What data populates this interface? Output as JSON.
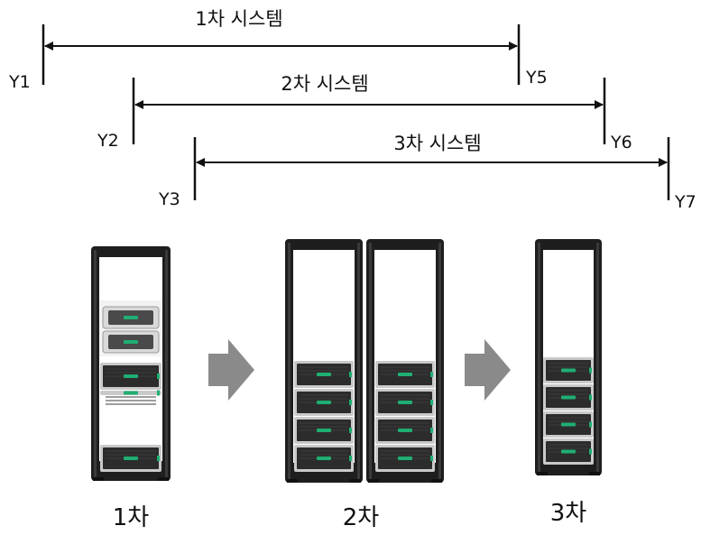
{
  "timeline": {
    "systems": [
      {
        "label": "1차 시스템",
        "start": "Y1",
        "end": "Y5"
      },
      {
        "label": "2차 시스템",
        "start": "Y2",
        "end": "Y6"
      },
      {
        "label": "3차 시스템",
        "start": "Y3",
        "end": "Y7"
      }
    ]
  },
  "racks": {
    "labels": [
      "1차",
      "2차",
      "3차"
    ]
  },
  "colors": {
    "line": "#111111",
    "arrow": "#8a8a8a",
    "rack_frame": "#1e1e1e",
    "server_face": "#2c2c2c",
    "server_trim": "#c9c9c9",
    "server_led": "#1fae73"
  },
  "icons": {
    "transition": "right-arrow-icon",
    "rack": "server-rack-icon"
  }
}
